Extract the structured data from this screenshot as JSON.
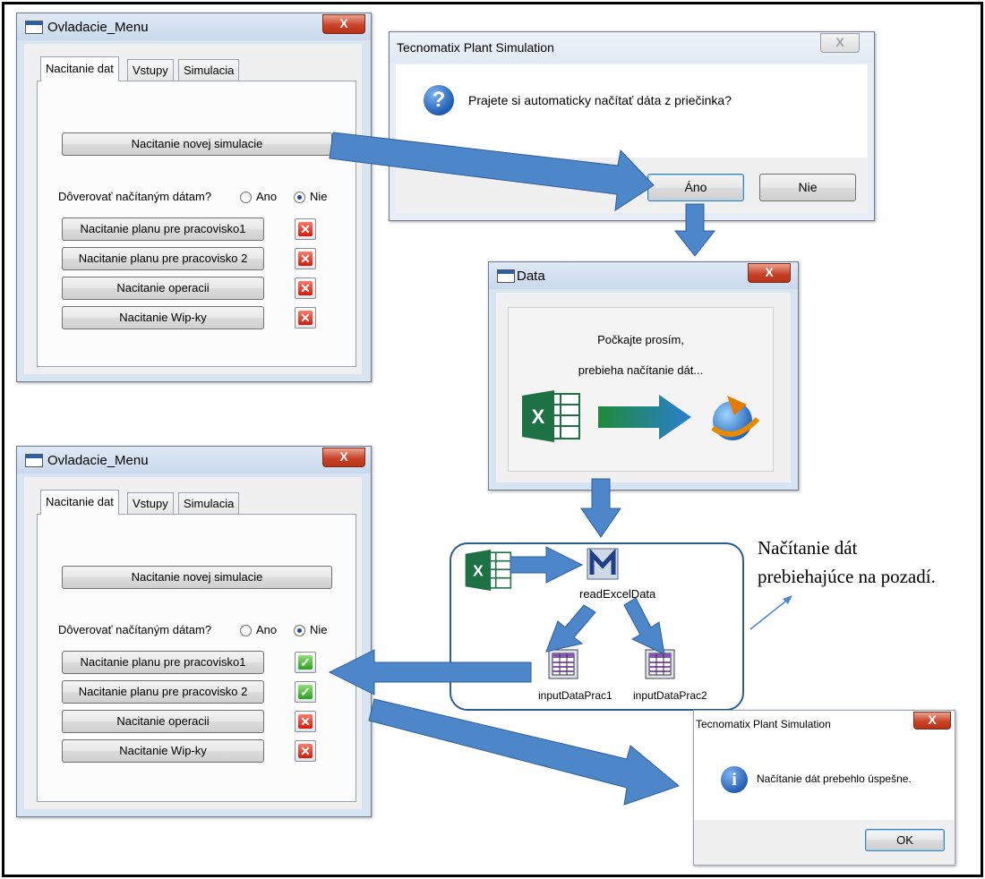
{
  "menu_window": {
    "title": "Ovladacie_Menu",
    "close": "X",
    "tabs": [
      "Nacitanie dat",
      "Vstupy",
      "Simulacia"
    ],
    "new_sim_button": "Nacitanie novej simulacie",
    "trust_label": "Dôverovať načítaným dátam?",
    "radio_yes": "Ano",
    "radio_no": "Nie",
    "load_buttons": [
      "Nacitanie planu pre pracovisko1",
      "Nacitanie planu pre pracovisko 2",
      "Nacitanie operacii",
      "Nacitanie Wip-ky"
    ],
    "status_before": [
      "failed",
      "failed",
      "failed",
      "failed"
    ],
    "status_after": [
      "ok",
      "ok",
      "failed",
      "failed"
    ]
  },
  "prompt_dialog": {
    "title": "Tecnomatix Plant Simulation",
    "close": "X",
    "message": "Prajete si automaticky načítať dáta z priečinka?",
    "yes_button": "Áno",
    "no_button": "Nie"
  },
  "data_window": {
    "title": "Data",
    "close": "X",
    "line1": "Počkajte prosím,",
    "line2": "prebieha načítanie dát..."
  },
  "flow": {
    "method_label": "readExcelData",
    "table1_label": "inputDataPrac1",
    "table2_label": "inputDataPrac2"
  },
  "annotation": {
    "line1": "Načítanie dát",
    "line2": "prebiehajúce na pozadí."
  },
  "success_dialog": {
    "title": "Tecnomatix Plant Simulation",
    "close": "X",
    "message": "Načítanie dát prebehlo úspešne.",
    "ok_button": "OK"
  },
  "colors": {
    "arrow": "#4d87c9",
    "excel": "#1e7145",
    "info_icon": "#2560b5"
  }
}
